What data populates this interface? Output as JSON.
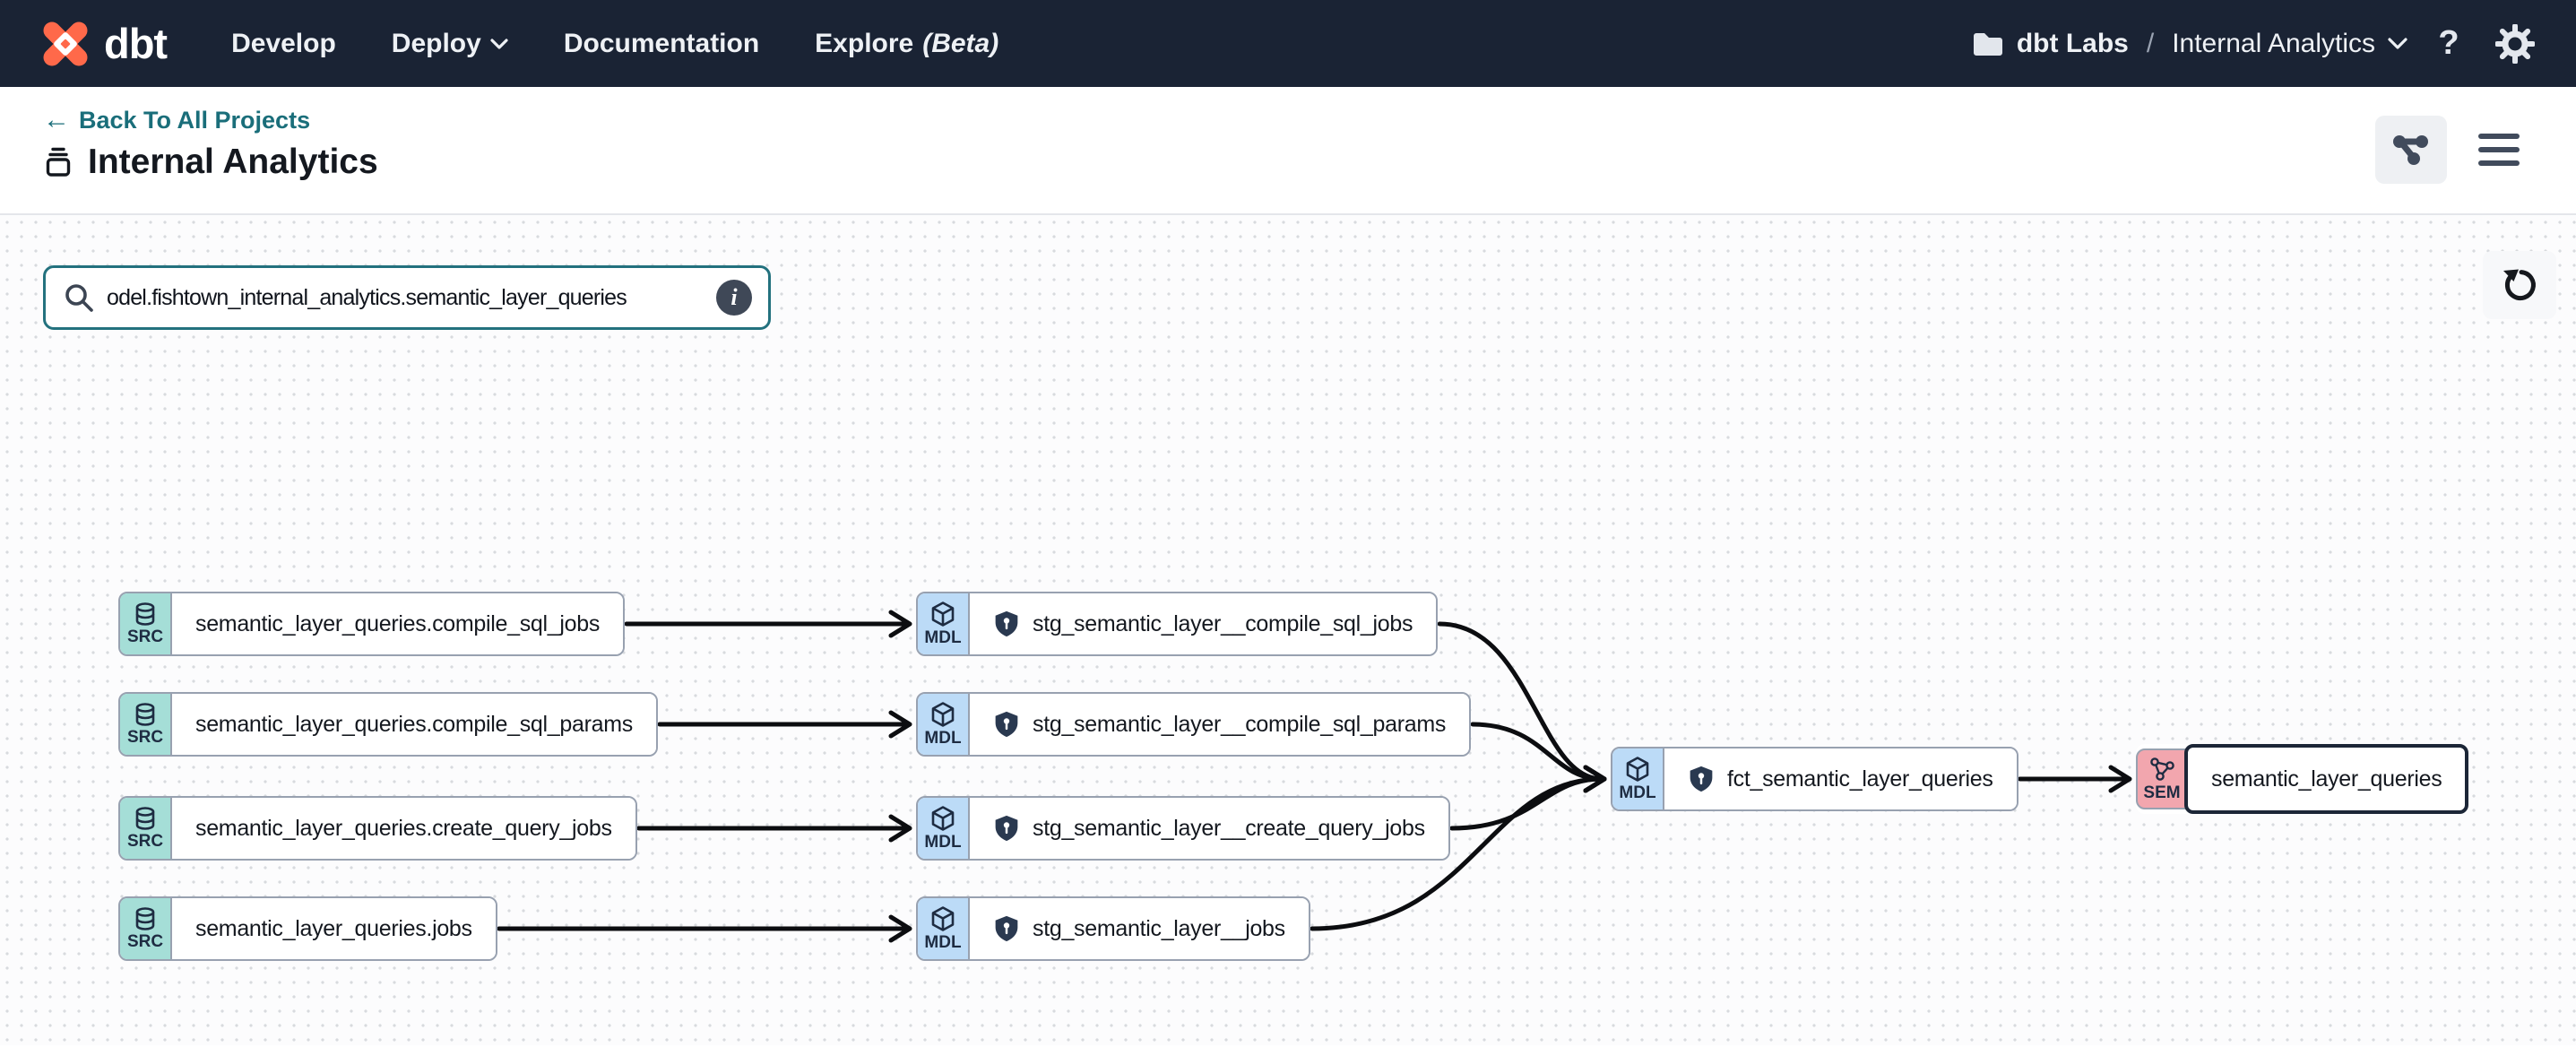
{
  "navbar": {
    "logo_text": "dbt",
    "develop": "Develop",
    "deploy": "Deploy",
    "documentation": "Documentation",
    "explore": "Explore",
    "explore_beta": "(Beta)",
    "org": "dbt Labs",
    "breadcrumb_separator": "/",
    "project": "Internal Analytics",
    "help": "?"
  },
  "header": {
    "back_link": "Back To All Projects",
    "title": "Internal Analytics"
  },
  "canvas": {
    "search_value": "odel.fishtown_internal_analytics.semantic_layer_queries",
    "info": "i"
  },
  "colors": {
    "navbar_bg": "#1a2334",
    "brand_orange": "#ff694a",
    "link_teal": "#1a6e7a",
    "search_border": "#23717e",
    "node_border": "#98a1b0",
    "src_badge_bg": "#a5ded7",
    "mdl_badge_bg": "#bcdbf7",
    "sem_badge_bg": "#f2a6ae",
    "edge": "#0c0d10"
  },
  "graph": {
    "nodes": [
      {
        "id": "src1",
        "badge": "SRC",
        "label": "semantic_layer_queries.compile_sql_jobs"
      },
      {
        "id": "src2",
        "badge": "SRC",
        "label": "semantic_layer_queries.compile_sql_params"
      },
      {
        "id": "src3",
        "badge": "SRC",
        "label": "semantic_layer_queries.create_query_jobs"
      },
      {
        "id": "src4",
        "badge": "SRC",
        "label": "semantic_layer_queries.jobs"
      },
      {
        "id": "mdl1",
        "badge": "MDL",
        "label": "stg_semantic_layer__compile_sql_jobs"
      },
      {
        "id": "mdl2",
        "badge": "MDL",
        "label": "stg_semantic_layer__compile_sql_params"
      },
      {
        "id": "mdl3",
        "badge": "MDL",
        "label": "stg_semantic_layer__create_query_jobs"
      },
      {
        "id": "mdl4",
        "badge": "MDL",
        "label": "stg_semantic_layer__jobs"
      },
      {
        "id": "fct",
        "badge": "MDL",
        "label": "fct_semantic_layer_queries"
      },
      {
        "id": "sem",
        "badge": "SEM",
        "label": "semantic_layer_queries"
      }
    ],
    "edges": [
      [
        "src1",
        "mdl1"
      ],
      [
        "src2",
        "mdl2"
      ],
      [
        "src3",
        "mdl3"
      ],
      [
        "src4",
        "mdl4"
      ],
      [
        "mdl1",
        "fct"
      ],
      [
        "mdl2",
        "fct"
      ],
      [
        "mdl3",
        "fct"
      ],
      [
        "mdl4",
        "fct"
      ],
      [
        "fct",
        "sem"
      ]
    ]
  }
}
